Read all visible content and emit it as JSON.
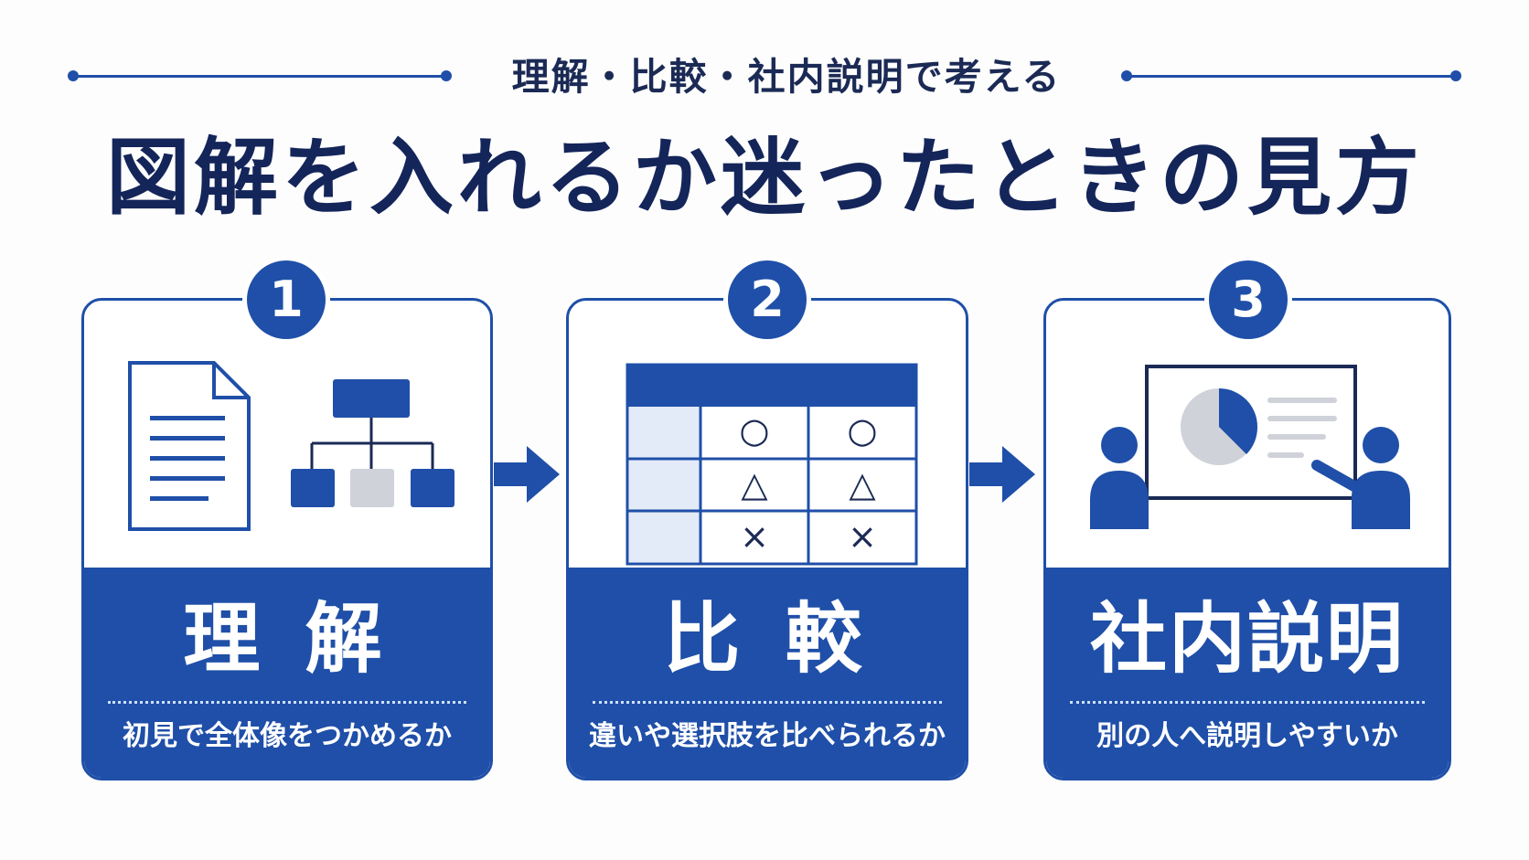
{
  "subtitle": "理解・比較・社内説明で考える",
  "title": "図解を入れるか迷ったときの見方",
  "steps": [
    {
      "number": "1",
      "label": "理 解",
      "description": "初見で全体像をつかめるか"
    },
    {
      "number": "2",
      "label": "比 較",
      "description": "違いや選択肢を比べられるか"
    },
    {
      "number": "3",
      "label": "社内説明",
      "description": "別の人へ説明しやすいか"
    }
  ],
  "comparison_table": {
    "rows": [
      [
        "○",
        "○"
      ],
      [
        "△",
        "△"
      ],
      [
        "×",
        "×"
      ]
    ]
  },
  "icons": [
    "document-icon",
    "org-chart-icon",
    "comparison-table-icon",
    "presentation-icon"
  ],
  "colors": {
    "primary": "#1f4fa8",
    "title": "#14255a",
    "accent_gray": "#cfd2d8",
    "table_light": "#e3ebf8"
  }
}
